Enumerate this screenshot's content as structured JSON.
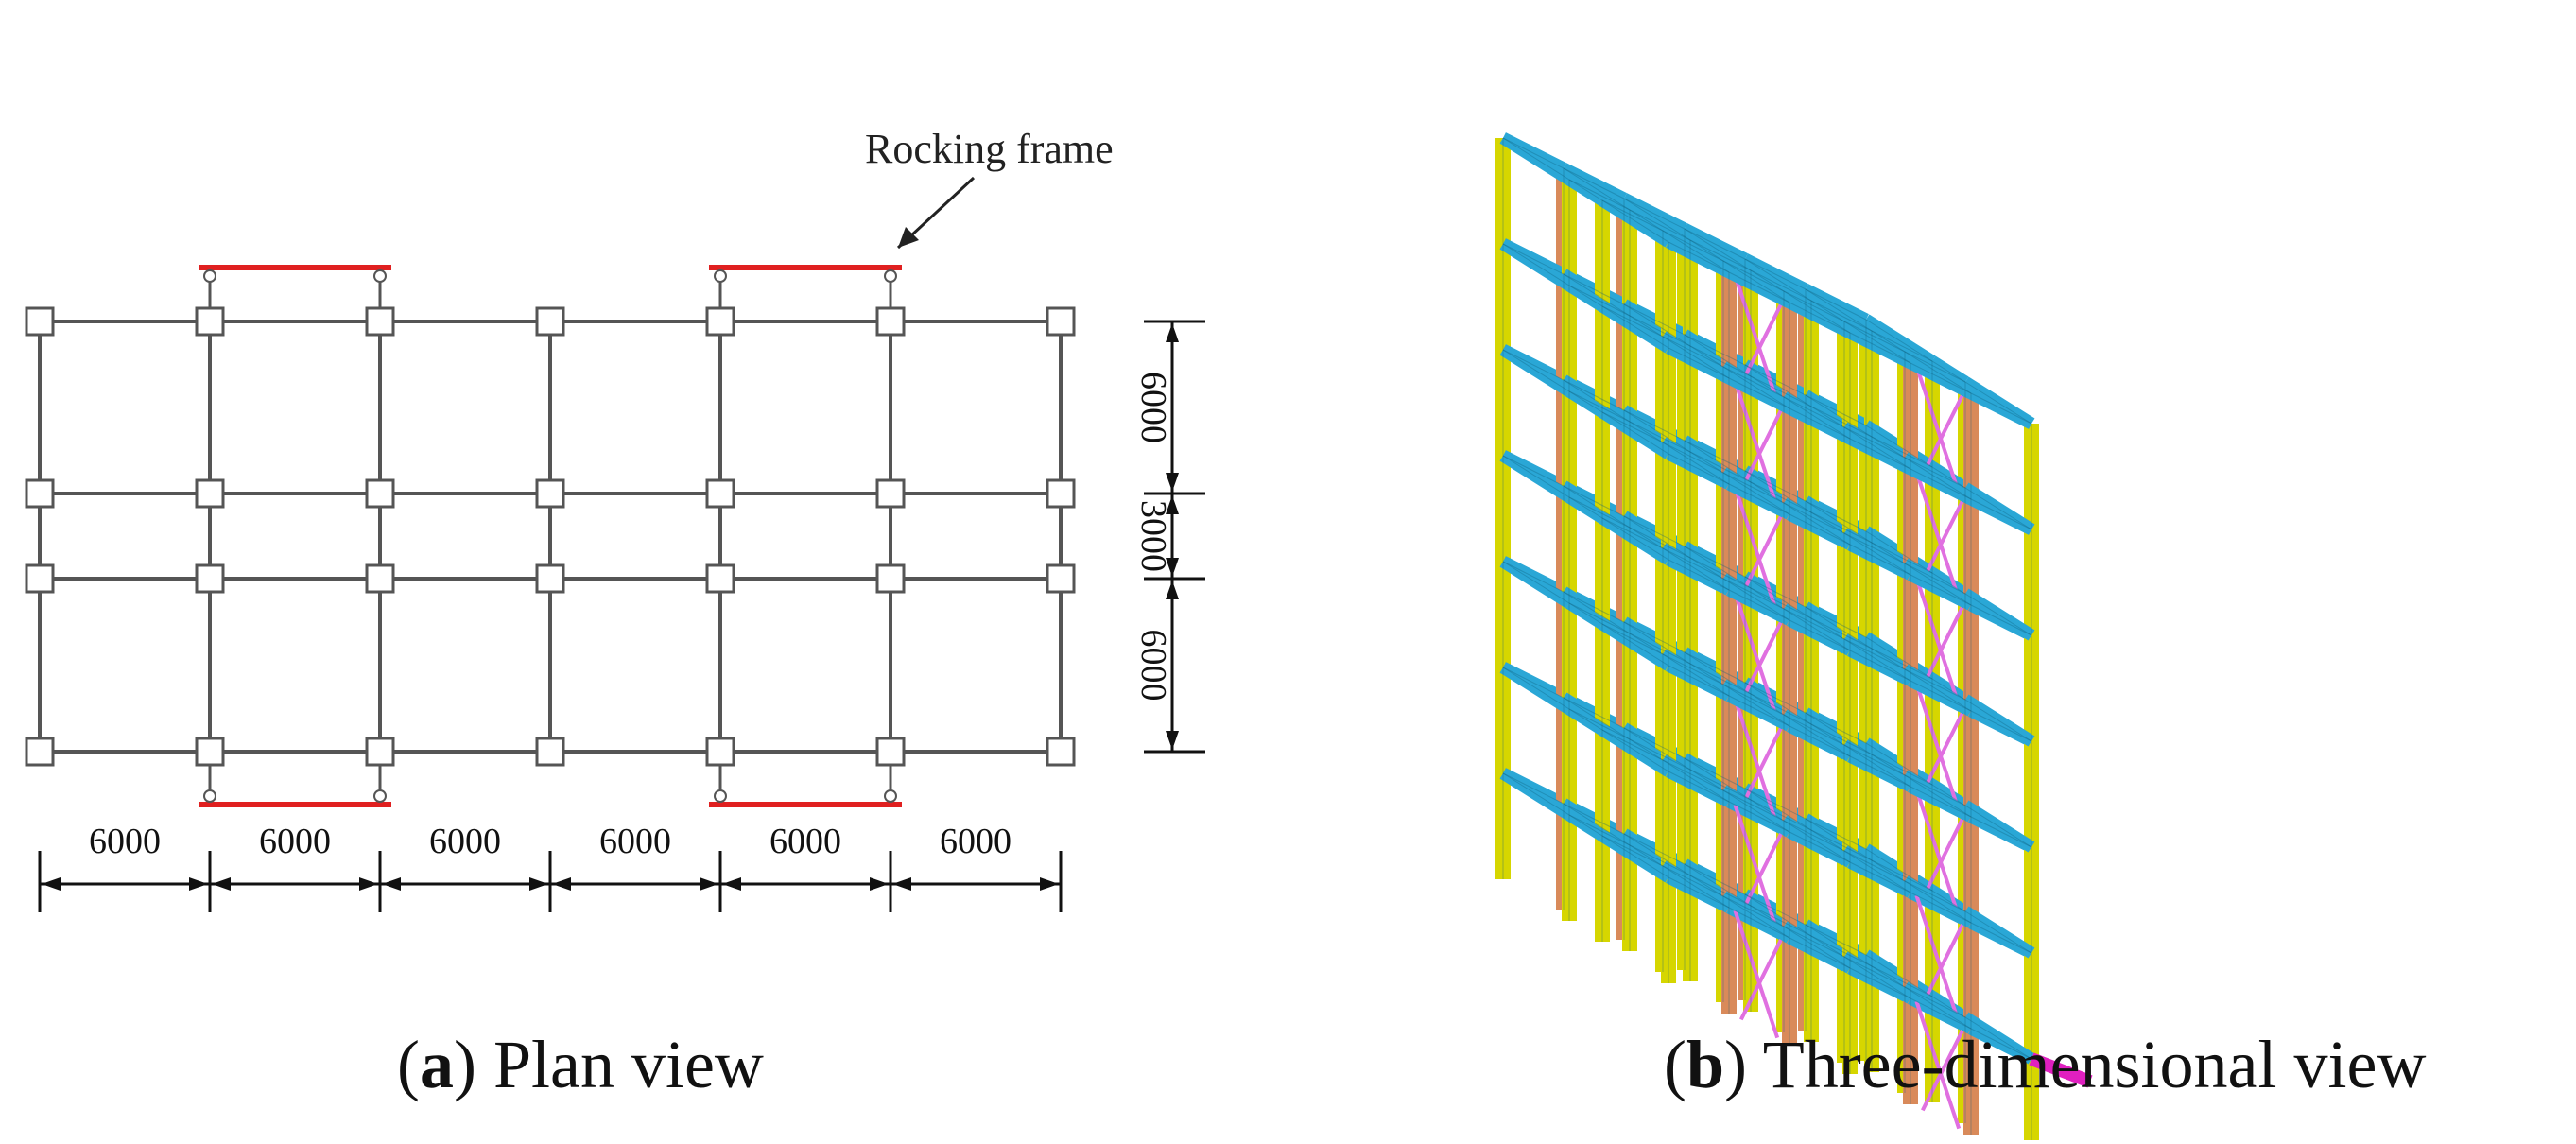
{
  "plan_view": {
    "annotation_label": "Rocking frame",
    "x_spans": [
      "6000",
      "6000",
      "6000",
      "6000",
      "6000",
      "6000"
    ],
    "y_spans": [
      "6000",
      "3000",
      "6000"
    ],
    "colors": {
      "grid": "#555555",
      "rocking_frame": "#e02020",
      "dimension": "#111111"
    }
  },
  "three_d_view": {
    "colors": {
      "column": "#d6d600",
      "beam": "#2aa7d6",
      "rocking_column": "#d98a5a",
      "brace": "#e070e0",
      "highlight": "#e020c0"
    }
  },
  "captions": {
    "a": {
      "letter": "a",
      "text": " Plan view"
    },
    "b": {
      "letter": "b",
      "text": " Three-dimensional view"
    }
  }
}
